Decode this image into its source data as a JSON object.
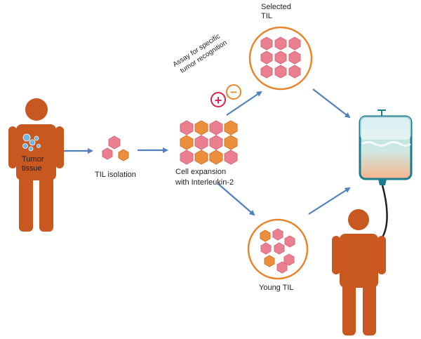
{
  "labels": {
    "tumor_tissue_line1": "Tumor",
    "tumor_tissue_line2": "tissue",
    "til_isolation": "TIL isolation",
    "cell_expansion_line1": "Cell expansion",
    "cell_expansion_line2": "with Interleukin-2",
    "assay_line1": "Assay for specific",
    "assay_line2": "tumor recognition",
    "selected_til_line1": "Selected",
    "selected_til_line2": "TIL",
    "young_til": "Young TIL"
  },
  "symbols": {
    "positive": "+",
    "negative": "−"
  },
  "colors": {
    "person": "#c8581f",
    "cell_pink": "#ea7f8f",
    "cell_orange": "#ec8f3c",
    "circle_outline": "#e8862e",
    "arrow": "#4f81bd",
    "iv_bag_outline": "#1a7d8f",
    "iv_fluid": "#a9dce0",
    "iv_fluid_bottom": "#f6b58c",
    "tube": "#222222",
    "tumor_blobs": "#6fb7e2"
  }
}
